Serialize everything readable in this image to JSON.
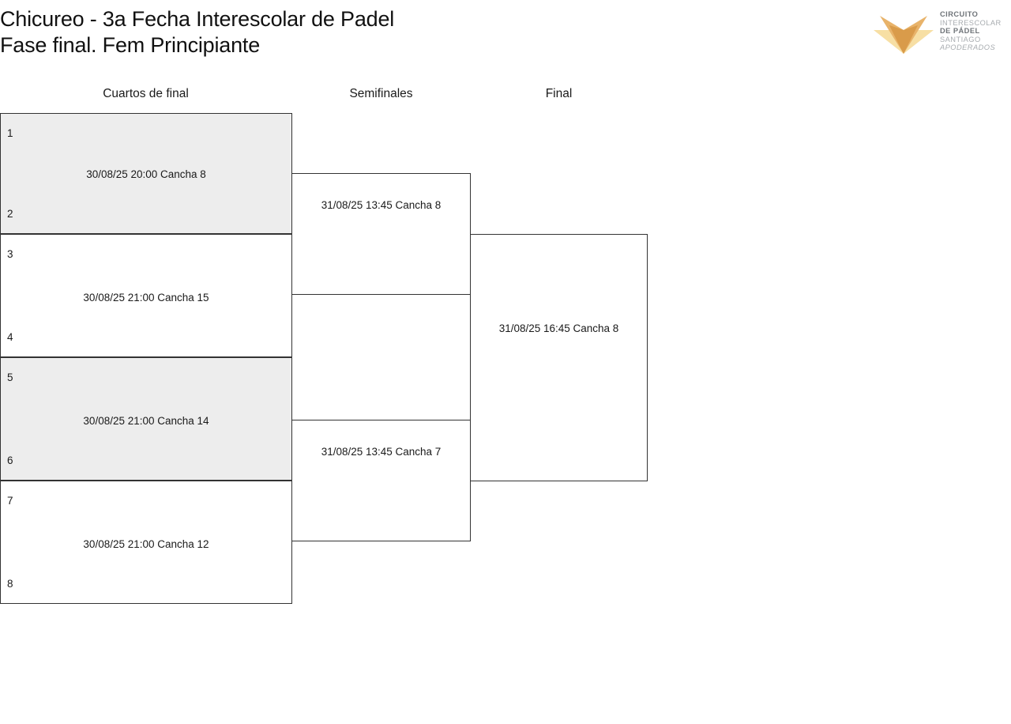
{
  "header": {
    "title_line1": "Chicureo - 3a Fecha Interescolar de Padel",
    "title_line2": "Fase final. Fem Principiante"
  },
  "logo": {
    "name": "circuito-interescolar-de-padel-santiago-apoderados-logo",
    "line1": "CIRCUITO",
    "line2": "INTERESCOLAR",
    "line3": "DE PÁDEL",
    "line4": "SANTIAGO",
    "line5": "APODERADOS",
    "colors": {
      "mark_dark": "#d99b4a",
      "mark_mid": "#e8b36a",
      "mark_light": "#f7dfa4",
      "text_bold": "#6f7479",
      "text_light": "#a8acb0"
    }
  },
  "columns": [
    {
      "id": "cuartos",
      "label": "Cuartos de final"
    },
    {
      "id": "semis",
      "label": "Semifinales"
    },
    {
      "id": "final",
      "label": "Final"
    }
  ],
  "bracket": {
    "shaded_color": "#ededed",
    "line_color": "#333333",
    "rounds": [
      {
        "id": "cuartos",
        "label": "Cuartos de final",
        "matches": [
          {
            "seed_top": "1",
            "seed_bottom": "2",
            "info": "30/08/25 20:00 Cancha 8",
            "shaded": true
          },
          {
            "seed_top": "3",
            "seed_bottom": "4",
            "info": "30/08/25 21:00 Cancha 15",
            "shaded": false
          },
          {
            "seed_top": "5",
            "seed_bottom": "6",
            "info": "30/08/25 21:00 Cancha 14",
            "shaded": true
          },
          {
            "seed_top": "7",
            "seed_bottom": "8",
            "info": "30/08/25 21:00 Cancha 12",
            "shaded": false
          }
        ]
      },
      {
        "id": "semis",
        "label": "Semifinales",
        "matches": [
          {
            "info": "31/08/25 13:45 Cancha 8",
            "shaded": false
          },
          {
            "info": "31/08/25 13:45 Cancha 7",
            "shaded": false
          }
        ]
      },
      {
        "id": "final",
        "label": "Final",
        "matches": [
          {
            "info": "31/08/25 16:45 Cancha 8",
            "shaded": false
          }
        ]
      }
    ]
  }
}
